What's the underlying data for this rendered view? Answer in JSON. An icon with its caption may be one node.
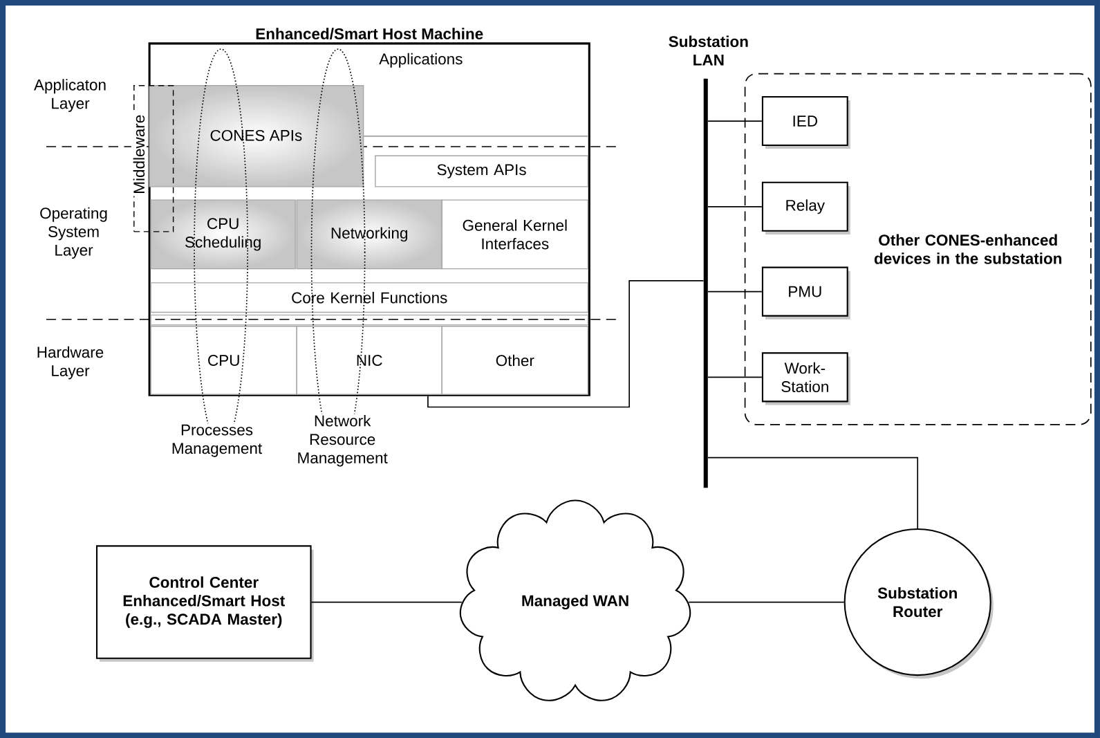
{
  "diagram": {
    "nodes": [
      {
        "text": [
          "Enhanced/Smart Host Machine",
          "Applications"
        ]
      },
      {
        "text": [
          "CONES APIs"
        ],
        "in": 0
      },
      {
        "text": [
          "System APIs"
        ],
        "in": 0
      },
      {
        "text": [
          "CPU Scheduling"
        ],
        "in": 0
      },
      {
        "text": [
          "Networking"
        ],
        "in": 0
      },
      {
        "text": [
          "General Kernel Interfaces"
        ],
        "in": 0
      },
      {
        "text": [
          "Core Kernel Functions"
        ],
        "in": 0
      },
      {
        "text": [
          "CPU"
        ],
        "in": 0
      },
      {
        "text": [
          "NIC"
        ],
        "in": 0
      },
      {
        "text": [
          "Other"
        ],
        "in": 0
      },
      {
        "text": [
          "Middleware"
        ]
      },
      {
        "text": [
          "Processes Management"
        ]
      },
      {
        "text": [
          "Network Resource Management"
        ]
      },
      {
        "text": [
          "Substation LAN"
        ]
      },
      {
        "text": [
          "Other CONES-enhanced devices in the substation"
        ]
      },
      {
        "text": [
          "IED"
        ],
        "in": 14
      },
      {
        "text": [
          "Relay"
        ],
        "in": 14
      },
      {
        "text": [
          "PMU"
        ],
        "in": 14
      },
      {
        "text": [
          "Work- Station"
        ],
        "in": 14
      },
      {
        "text": [
          "Control Center Enhanced/Smart Host (e.g., SCADA Master)"
        ]
      },
      {
        "text": [
          "Managed WAN"
        ]
      },
      {
        "text": [
          "Substation Router"
        ]
      }
    ],
    "edges": [
      {
        "from": 0,
        "to": 13,
        "arrow": "none"
      },
      {
        "from": 13,
        "to": 15,
        "arrow": "none"
      },
      {
        "from": 13,
        "to": 16,
        "arrow": "none"
      },
      {
        "from": 13,
        "to": 17,
        "arrow": "none"
      },
      {
        "from": 13,
        "to": 18,
        "arrow": "none"
      },
      {
        "from": 13,
        "to": 21,
        "arrow": "none"
      },
      {
        "from": 19,
        "to": 20,
        "arrow": "none"
      },
      {
        "from": 20,
        "to": 21,
        "arrow": "none"
      }
    ],
    "labels": [
      "Applicaton Layer",
      "Operating System Layer",
      "Hardware Layer"
    ]
  }
}
